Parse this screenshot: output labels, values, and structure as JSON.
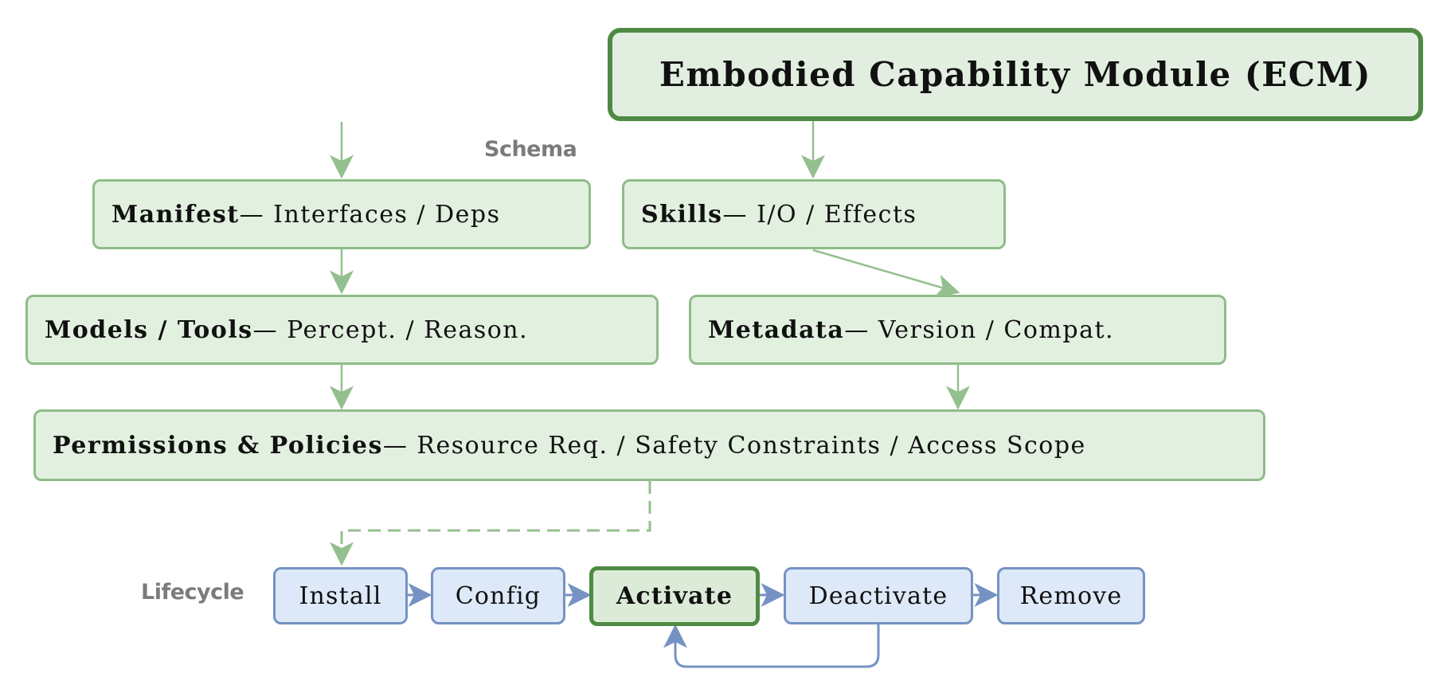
{
  "ecm": {
    "title": "Embodied Capability Module (ECM)"
  },
  "labels": {
    "schema": "Schema",
    "lifecycle": "Lifecycle"
  },
  "components": {
    "manifest": {
      "name": "Manifest",
      "detail": " — Interfaces / Deps"
    },
    "skills": {
      "name": "Skills",
      "detail": " — I/O / Effects"
    },
    "models_tools": {
      "name": "Models / Tools",
      "detail": " — Percept. / Reason."
    },
    "metadata": {
      "name": "Metadata",
      "detail": " — Version / Compat."
    },
    "permissions": {
      "name": "Permissions & Policies",
      "detail": " — Resource Req. / Safety Constraints / Access Scope"
    }
  },
  "lifecycle": {
    "install": "Install",
    "config": "Config",
    "activate": "Activate",
    "deactivate": "Deactivate",
    "remove": "Remove"
  },
  "colors": {
    "schema_border": "#8fbc89",
    "schema_fill": "#e2f0e0",
    "ecm_border": "#4f8a44",
    "lifecycle_border": "#7592c2",
    "lifecycle_fill": "#dde8f8",
    "label_gray": "#7b7b7b"
  }
}
